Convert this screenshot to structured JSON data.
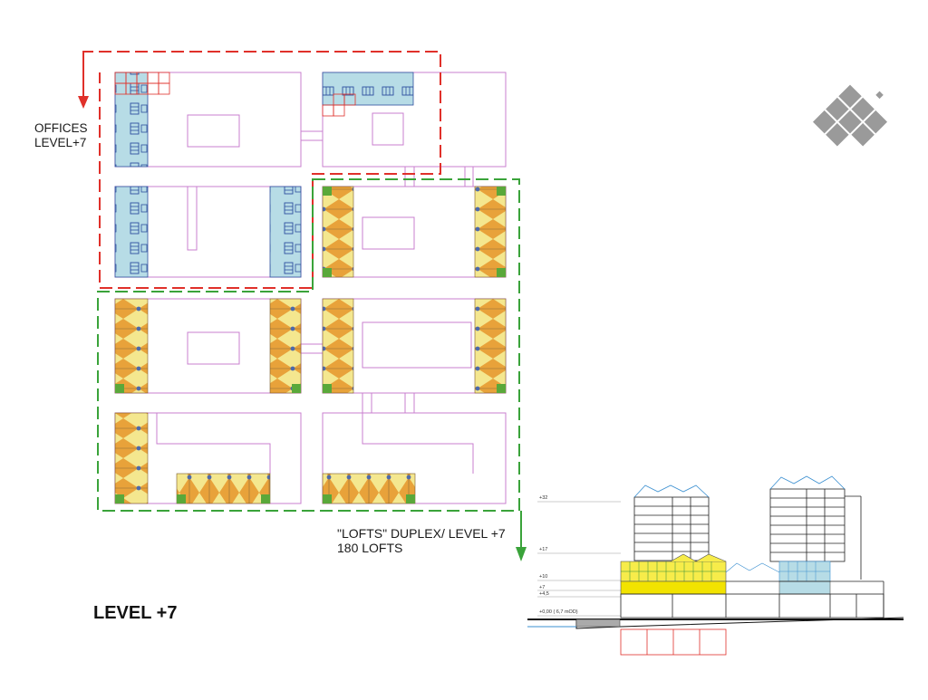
{
  "offices_label": {
    "line1": "OFFICES",
    "line2": "LEVEL+7"
  },
  "lofts_label": {
    "line1": "\"LOFTS\" DUPLEX/ LEVEL +7",
    "line2": "180 LOFTS"
  },
  "level_title": "LEVEL +7",
  "section_levels": [
    "+32",
    "+17",
    "+10",
    "+7",
    "+4,5",
    "+0,00 ( 6,7 mOD)"
  ],
  "colors": {
    "offices_outline": "#e0302a",
    "lofts_outline": "#3aa33a",
    "building_outline": "#c97fcf",
    "office_fill": "#b7dce6",
    "loft_yellow": "#f2e08a",
    "loft_orange": "#e8a23a",
    "loft_green": "#5aa83a",
    "logo": "#9a9a9a"
  },
  "icons": [
    "down-arrow-icon",
    "diamond-logo-icon"
  ]
}
